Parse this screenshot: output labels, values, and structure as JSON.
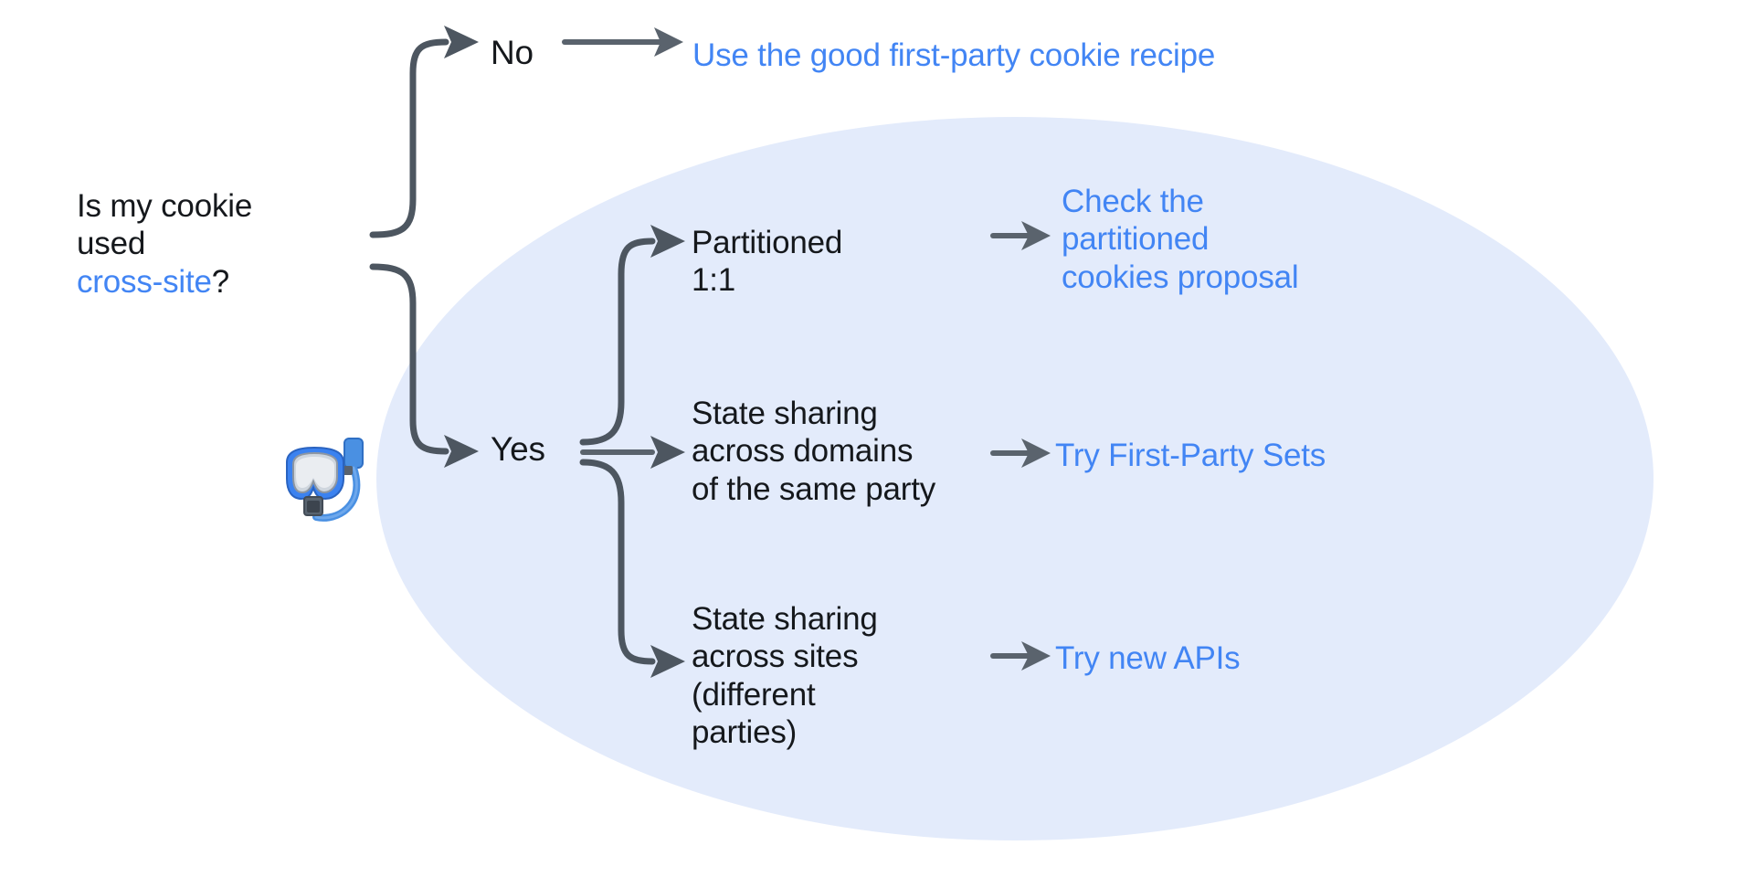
{
  "diagram": {
    "title": "Is my cookie used cross-site? decision flow",
    "colors": {
      "link_blue": "#4285f4",
      "text_dark": "#15181c",
      "ellipse_fill": "#e3ebfb",
      "connector_gray": "#4d5660",
      "background": "#ffffff"
    },
    "root": {
      "line1": "Is my cookie",
      "line2": "used ",
      "highlight": "cross-site",
      "line3": "?"
    },
    "branches": {
      "no_label": "No",
      "yes_label": "Yes"
    },
    "conditions": {
      "partitioned": "Partitioned\n1:1",
      "across_domains": "State sharing\nacross domains\nof the same party",
      "across_sites": "State sharing\nacross sites\n(different\nparties)"
    },
    "outcomes": {
      "first_party_recipe": "Use the good first-party cookie recipe",
      "partitioned_proposal": "Check the\npartitioned\ncookies proposal",
      "first_party_sets": "Try First-Party Sets",
      "new_apis": "Try new APIs"
    },
    "decoration": {
      "emoji_name": "diving-mask-snorkel-icon",
      "emoji_glyph": "🤿"
    }
  }
}
